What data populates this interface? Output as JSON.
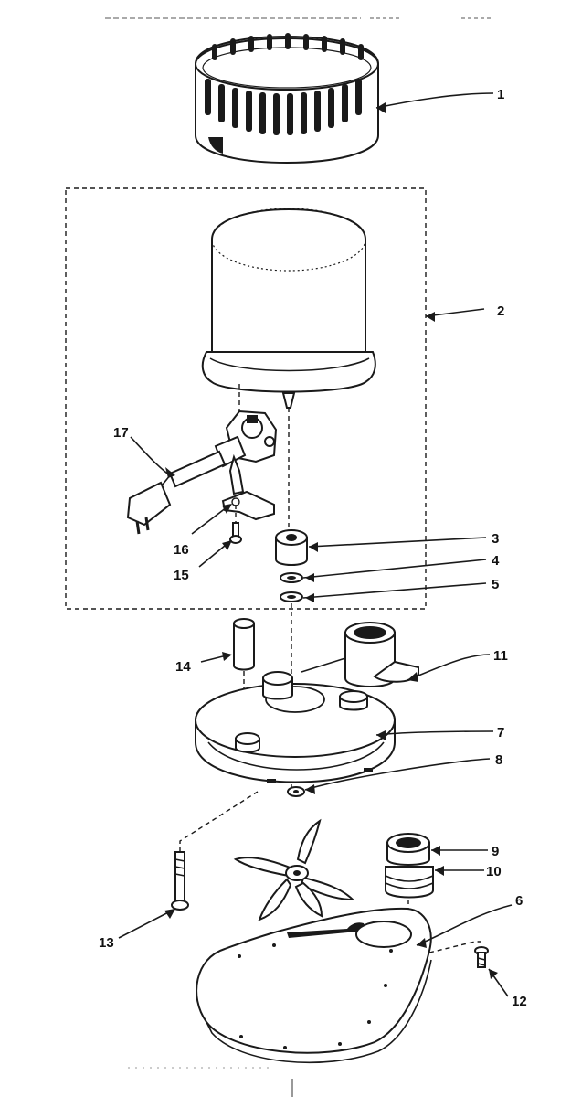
{
  "diagram": {
    "background": "#ffffff",
    "ink": "#1a1a1a",
    "callouts": [
      {
        "id": "1",
        "text": "1"
      },
      {
        "id": "2",
        "text": "2"
      },
      {
        "id": "3",
        "text": "3"
      },
      {
        "id": "4",
        "text": "4"
      },
      {
        "id": "5",
        "text": "5"
      },
      {
        "id": "6",
        "text": "6"
      },
      {
        "id": "7",
        "text": "7"
      },
      {
        "id": "8",
        "text": "8"
      },
      {
        "id": "9",
        "text": "9"
      },
      {
        "id": "10",
        "text": "10"
      },
      {
        "id": "11",
        "text": "11"
      },
      {
        "id": "12",
        "text": "12"
      },
      {
        "id": "13",
        "text": "13"
      },
      {
        "id": "14",
        "text": "14"
      },
      {
        "id": "15",
        "text": "15"
      },
      {
        "id": "16",
        "text": "16"
      },
      {
        "id": "17",
        "text": "17"
      }
    ]
  }
}
